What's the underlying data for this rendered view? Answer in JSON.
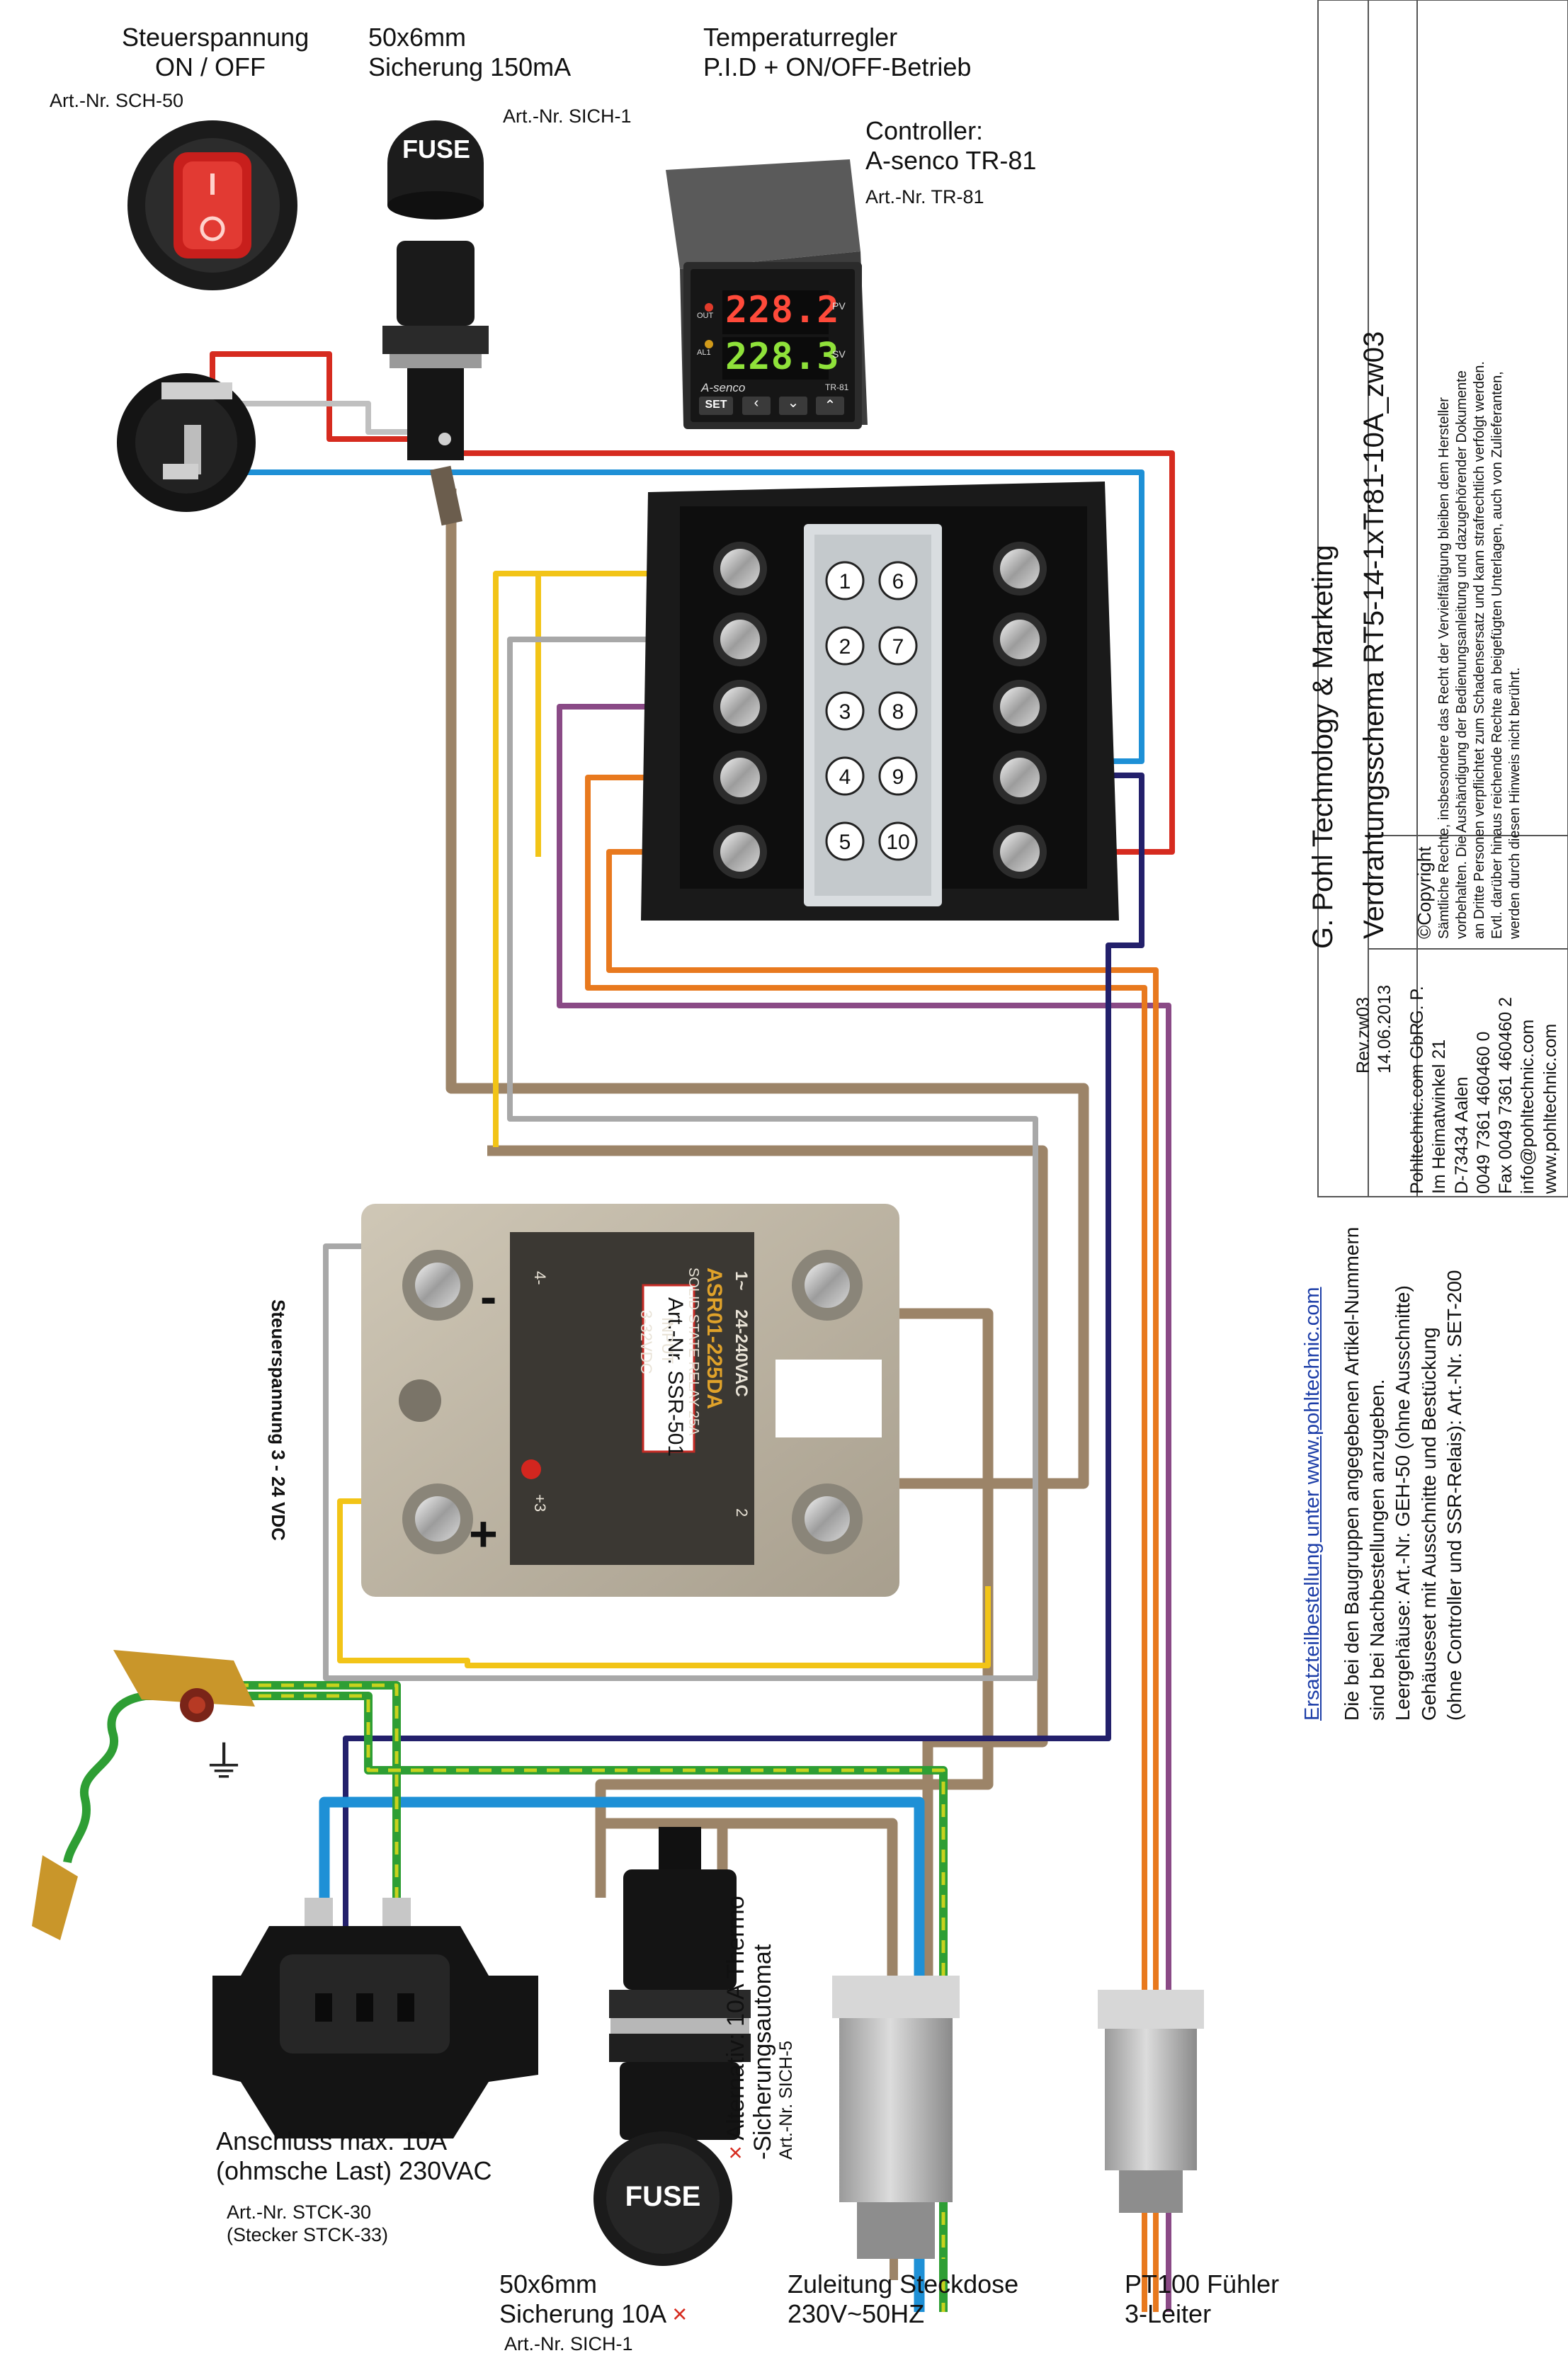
{
  "labels": {
    "switch_title_1": "Steuerspannung",
    "switch_title_2": "ON / OFF",
    "switch_art": "Art.-Nr. SCH-50",
    "fuse_top_title_1": "50x6mm",
    "fuse_top_title_2": "Sicherung 150mA",
    "fuse_top_art": "Art.-Nr. SICH-1",
    "regulator_title_1": "Temperaturregler",
    "regulator_title_2": "P.I.D + ON/OFF-Betrieb",
    "controller_title_1": "Controller:",
    "controller_title_2": "A-senco TR-81",
    "controller_art": "Art.-Nr. TR-81",
    "ssr_art": "Art.-Nr. SSR-501",
    "ssr_control_voltage": "Steuerspannung 3 - 24 VDC",
    "ssr_minus": "-",
    "ssr_plus": "+",
    "inlet_title_1": "Anschluss max. 10A",
    "inlet_title_2": "(ohmsche Last) 230VAC",
    "inlet_art_1": "Art.-Nr. STCK-30",
    "inlet_art_2": "(Stecker STCK-33)",
    "fuse_bottom_title_1": "50x6mm",
    "fuse_bottom_title_2": "Sicherung 10A",
    "fuse_bottom_art": "Art.-Nr. SICH-1",
    "alt_title_1": "Alternativ: 10A Thermo",
    "alt_title_2": "-Sicherungsautomat",
    "alt_art": "Art.-Nr. SICH-5",
    "socket_title_1": "Zuleitung Steckdose",
    "socket_title_2": "230V~50HZ",
    "pt100_title_1": "PT100 Fühler",
    "pt100_title_2": "3-Leiter",
    "x_mark": "×",
    "ground_symbol": "⏚"
  },
  "controller_display": {
    "pv_value": "228.2",
    "sv_value": "228.3",
    "pv_label": "PV",
    "sv_label": "SV",
    "out_label": "OUT",
    "al1_label": "AL1",
    "brand": "A-senco",
    "model": "TR-81",
    "set_button": "SET"
  },
  "fuse_cap_text": "FUSE",
  "terminal_numbers_left": [
    "1",
    "2",
    "3",
    "4",
    "5"
  ],
  "terminal_numbers_right": [
    "6",
    "7",
    "8",
    "9",
    "10"
  ],
  "ssr_face": {
    "line1": "1~",
    "line2": "24-240VAC",
    "line3": "ASR01-225DA",
    "line4": "SOLID STATE RELAY 25A",
    "line5": "INPUT",
    "line6": "3-32VDC",
    "line7": "4-",
    "line8": "2",
    "line9": "+3"
  },
  "title_block": {
    "company": "G. Pohl Technology & Marketing",
    "schema_title": "Verdrahtungsschema  RT5-14-1xTr81-10A_zw03",
    "rev": "Rev.zw03",
    "date": "14.06.2013",
    "author": "G. P.",
    "copyright_head": "©Copyright",
    "copyright_lines": [
      "Sämtliche Rechte, insbesondere das Recht  der Vervielfältigung bleiben dem Hersteller",
      "vorbehalten. Die Aushändigung der Bedienungsanleitung und dazugehörender Dokumente",
      "an Dritte Personen verpflichtet zum Schadensersatz und kann strafrechtlich verfolgt werden.",
      "Evtl. darüber hinaus reichende Rechte an beigefügten Unterlagen, auch von Zulieferanten,",
      "werden durch diesen Hinweis nicht berührt."
    ],
    "address_lines": [
      "Pohltechnic.com GbR",
      "Im Heimatwinkel 21",
      "D-73434 Aalen",
      "0049 7361 460460 0",
      "Fax 0049 7361 460460 2",
      "info@pohltechnic.com",
      "www.pohltechnic.com"
    ]
  },
  "info": {
    "link": "Ersatzteilbestellung unter www.pohltechnic.com",
    "lines": [
      "Die bei den Baugruppen angegebenen Artikel-Nummern",
      "sind bei Nachbestellungen anzugeben.",
      "Leergehäuse: Art.-Nr. GEH-50 (ohne Ausschnitte)",
      "Gehäuseset mit  Ausschnitte und Bestückung",
      "(ohne Controller und SSR-Relais): Art.-Nr. SET-200"
    ]
  },
  "colors": {
    "red": "#d62b1f",
    "blue": "#1e90d6",
    "brown": "#9c8468",
    "yellow": "#f2c417",
    "grey": "#a8a8a8",
    "purple": "#8a4a86",
    "orange": "#e8791e",
    "navy": "#23206b",
    "green": "#2e9e34",
    "green_yellow": "#c8d21e"
  }
}
